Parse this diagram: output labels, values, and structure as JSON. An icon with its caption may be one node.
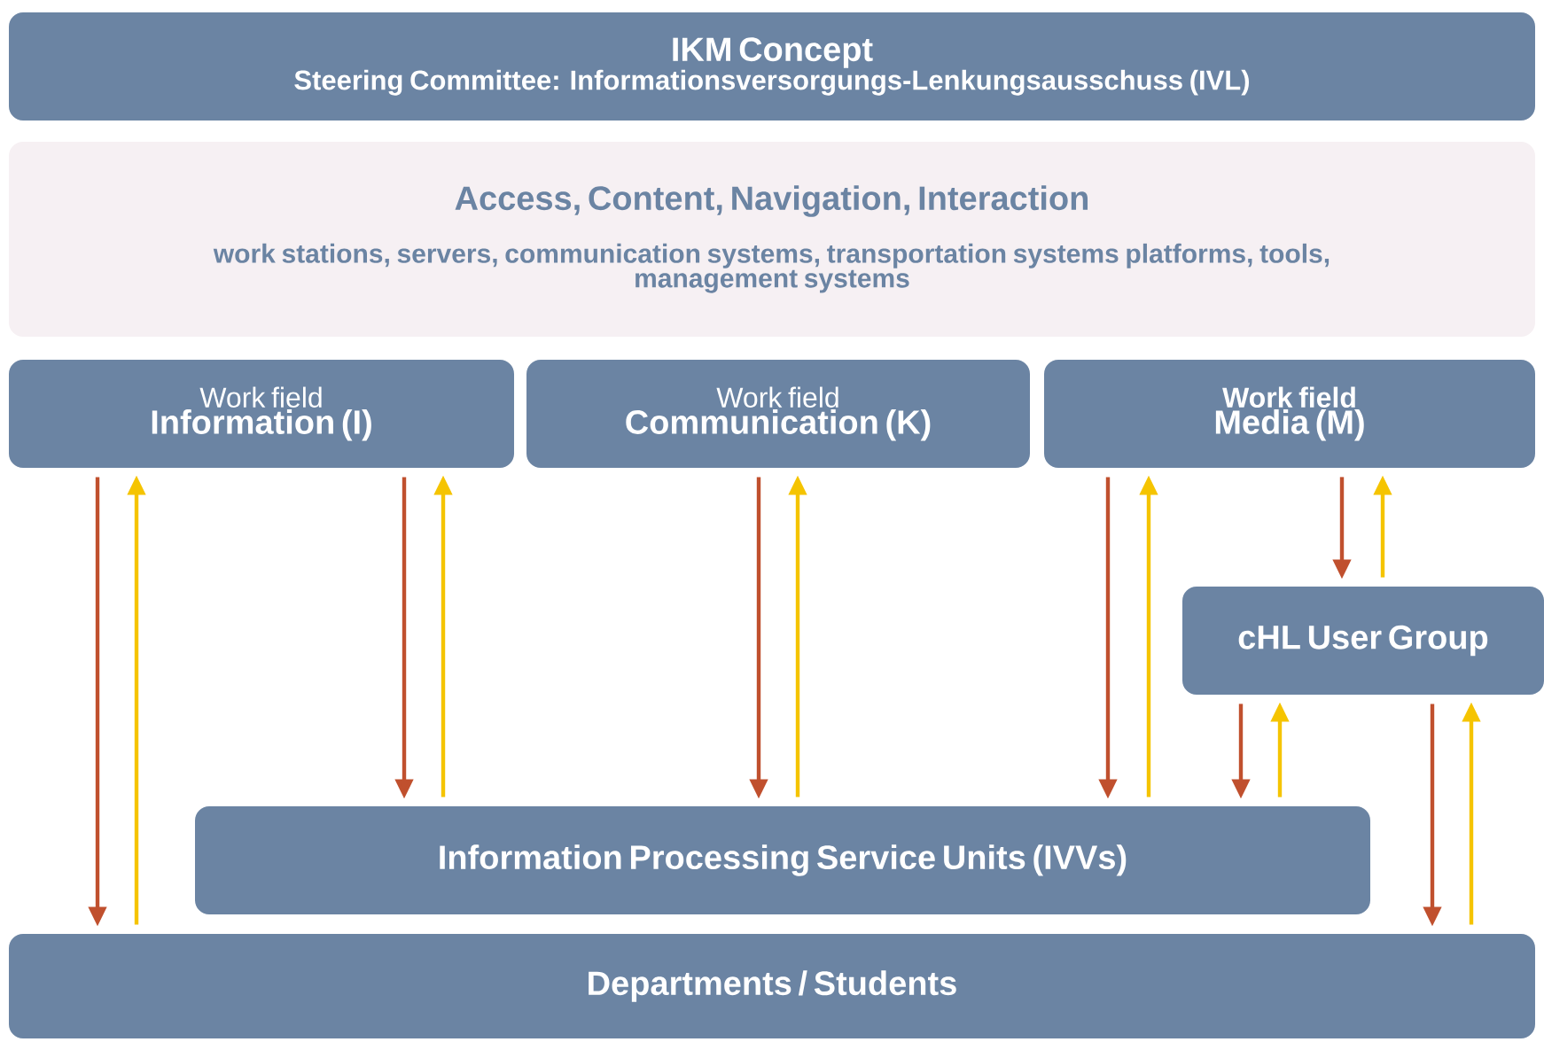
{
  "diagram": {
    "nodes": [
      {
        "text": [
          "IKM Concept",
          "Steering Committee: Informationsversorgungs-Lenkungsausschuss (IVL)"
        ]
      },
      {
        "text": [
          "Access, Content, Navigation, Interaction",
          "work stations, servers, communication systems, transportation systems platforms, tools, management systems"
        ]
      },
      {
        "text": [
          "Work field",
          "Information (I)"
        ]
      },
      {
        "text": [
          "Work field",
          "Communication (K)"
        ]
      },
      {
        "text": [
          "Work field",
          "Media (M)"
        ]
      },
      {
        "text": [
          "cHL User Group"
        ]
      },
      {
        "text": [
          "Information Processing Service Units (IVVs)"
        ]
      },
      {
        "text": [
          "Departments / Students"
        ]
      }
    ],
    "edges": [
      {
        "from": 2,
        "to": 7,
        "arrow": "to",
        "color": "#c0502e"
      },
      {
        "from": 7,
        "to": 2,
        "arrow": "to",
        "color": "#f5c400"
      },
      {
        "from": 2,
        "to": 6,
        "arrow": "to",
        "color": "#c0502e"
      },
      {
        "from": 6,
        "to": 2,
        "arrow": "to",
        "color": "#f5c400"
      },
      {
        "from": 3,
        "to": 6,
        "arrow": "to",
        "color": "#c0502e"
      },
      {
        "from": 6,
        "to": 3,
        "arrow": "to",
        "color": "#f5c400"
      },
      {
        "from": 4,
        "to": 6,
        "arrow": "to",
        "color": "#c0502e"
      },
      {
        "from": 6,
        "to": 4,
        "arrow": "to",
        "color": "#f5c400"
      },
      {
        "from": 4,
        "to": 5,
        "arrow": "to",
        "color": "#c0502e"
      },
      {
        "from": 5,
        "to": 4,
        "arrow": "to",
        "color": "#f5c400"
      },
      {
        "from": 5,
        "to": 6,
        "arrow": "to",
        "color": "#c0502e"
      },
      {
        "from": 6,
        "to": 5,
        "arrow": "to",
        "color": "#f5c400"
      },
      {
        "from": 5,
        "to": 7,
        "arrow": "to",
        "color": "#c0502e"
      },
      {
        "from": 7,
        "to": 5,
        "arrow": "to",
        "color": "#f5c400"
      }
    ]
  }
}
